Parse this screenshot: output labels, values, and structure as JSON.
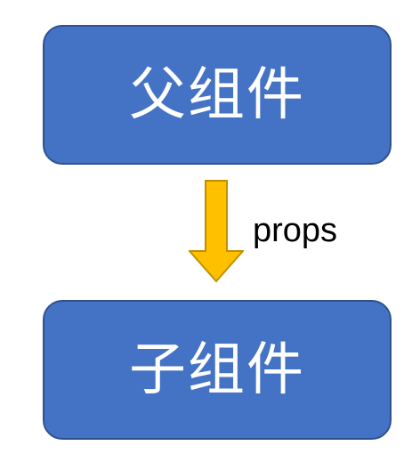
{
  "colors": {
    "box_fill": "#4472c4",
    "box_border": "#2f528f",
    "box_text": "#ffffff",
    "arrow_fill": "#ffc000",
    "arrow_stroke": "#bf9000",
    "label_text": "#000000"
  },
  "parent": {
    "label": "父组件"
  },
  "child": {
    "label": "子组件"
  },
  "edge": {
    "label": "props"
  }
}
